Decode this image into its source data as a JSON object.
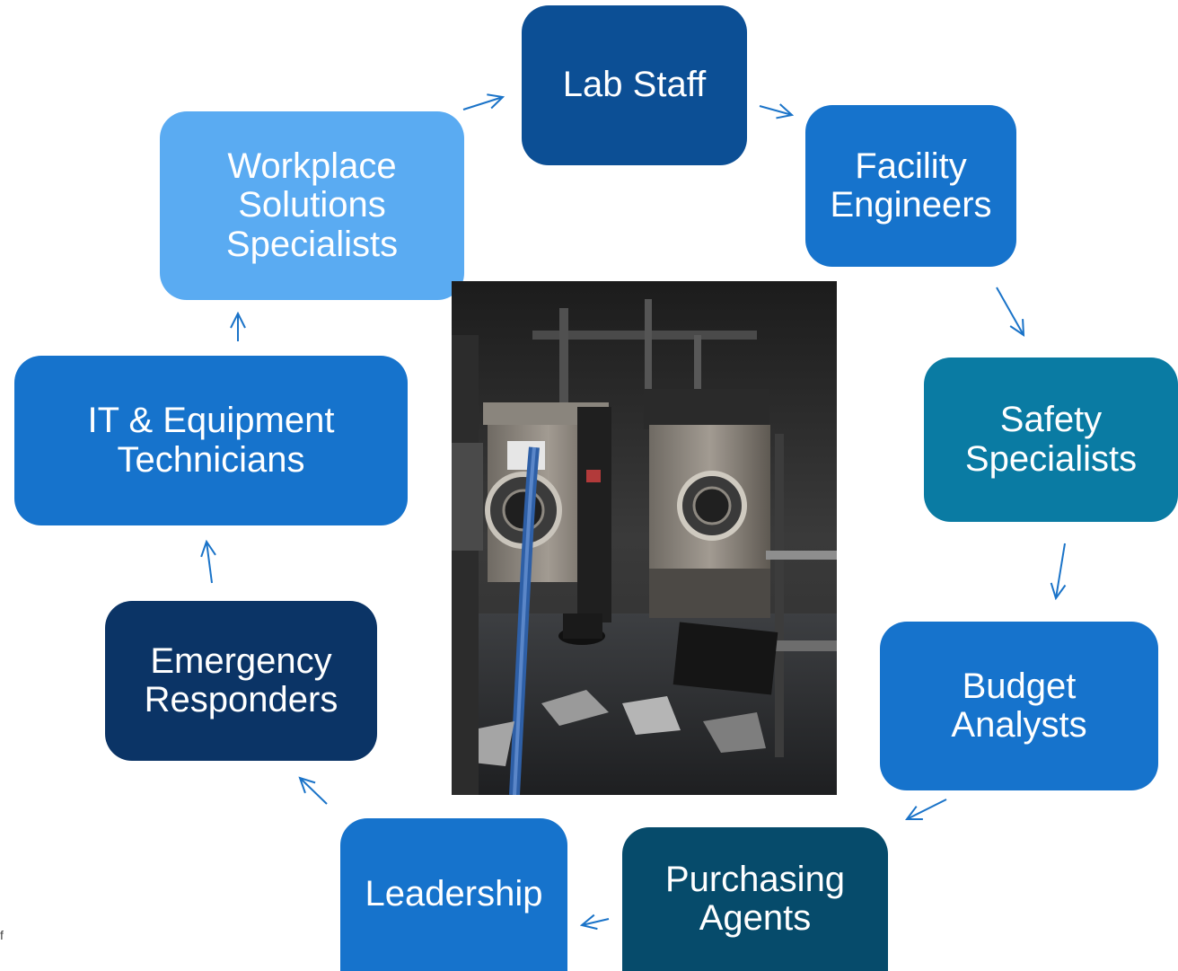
{
  "nodes": [
    {
      "id": "lab-staff",
      "label": "Lab Staff",
      "color": "#0c4f95"
    },
    {
      "id": "facility-engineers",
      "label": "Facility\nEngineers",
      "color": "#1673cc"
    },
    {
      "id": "safety-specialists",
      "label": "Safety\nSpecialists",
      "color": "#0a7ba3"
    },
    {
      "id": "budget-analysts",
      "label": "Budget\nAnalysts",
      "color": "#1673cc"
    },
    {
      "id": "purchasing-agents",
      "label": "Purchasing\nAgents",
      "color": "#064b6b"
    },
    {
      "id": "leadership",
      "label": "Leadership",
      "color": "#1673cc"
    },
    {
      "id": "emergency-responders",
      "label": "Emergency\nResponders",
      "color": "#0b3466"
    },
    {
      "id": "it-equipment-technicians",
      "label": "IT & Equipment\nTechnicians",
      "color": "#1673cc"
    },
    {
      "id": "workplace-solutions-specialists",
      "label": "Workplace\nSolutions\nSpecialists",
      "color": "#5aabf2"
    }
  ],
  "arrow_color": "#1a73c8",
  "corner_text": "f"
}
